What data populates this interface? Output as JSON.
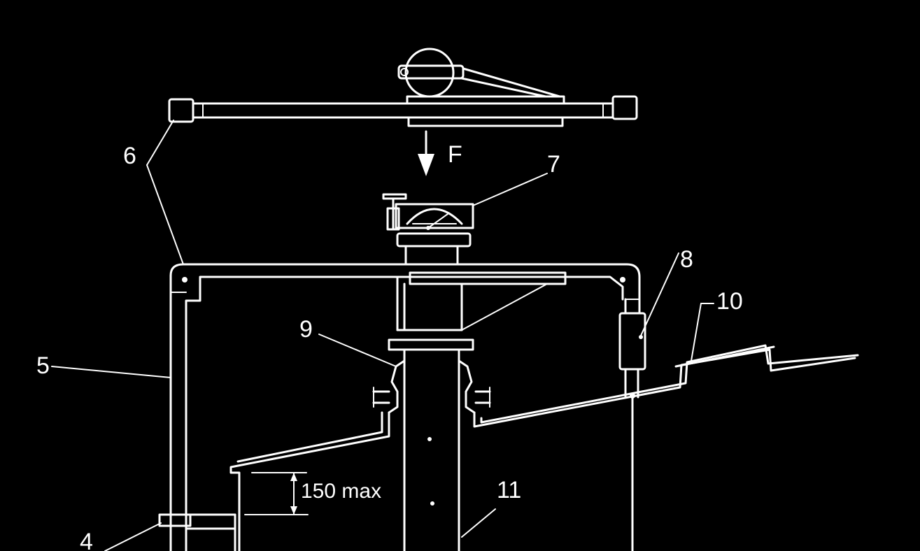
{
  "colors": {
    "background": "#000000",
    "line": "#ffffff"
  },
  "labels": {
    "force": "F",
    "part_4": "4",
    "part_5": "5",
    "part_6": "6",
    "part_7": "7",
    "part_8": "8",
    "part_9": "9",
    "part_10": "10",
    "part_11": "11"
  },
  "dimension": {
    "text": "150 max"
  }
}
